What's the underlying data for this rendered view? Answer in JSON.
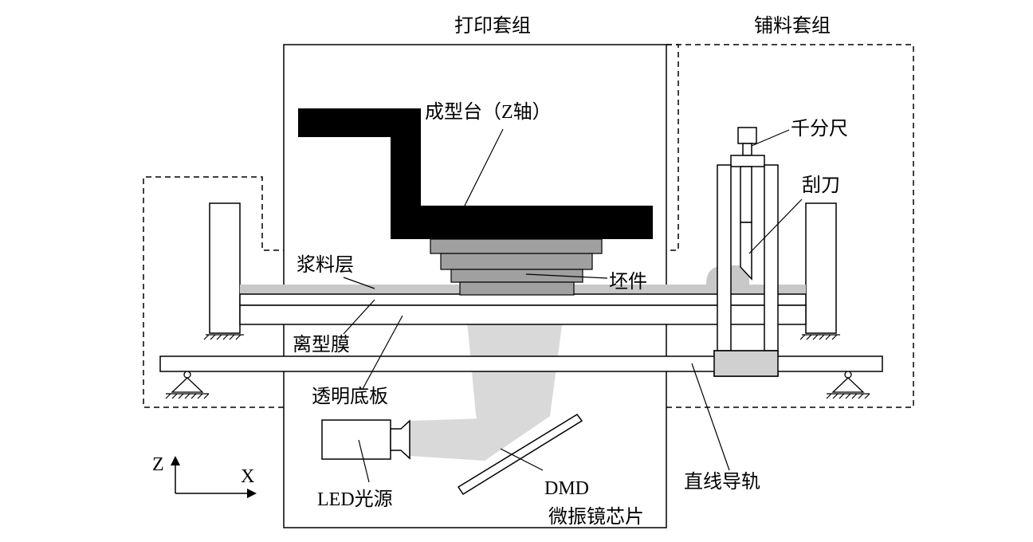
{
  "labels": {
    "print_assembly": "打印套组",
    "coating_assembly": "铺料套组",
    "platform": "成型台（Z轴）",
    "micrometer": "千分尺",
    "scraper": "刮刀",
    "slurry_layer": "浆料层",
    "green_part": "坯件",
    "release_film": "离型膜",
    "transparent_plate": "透明底板",
    "led_source": "LED光源",
    "dmd_line1": "DMD",
    "dmd_line2": "微振镜芯片",
    "linear_guide": "直线导轨",
    "axis_z": "Z",
    "axis_x": "X"
  },
  "colors": {
    "solid": "#000000",
    "light_beam": "#d9d9d9",
    "slurry": "#c8c8c8",
    "part_layers": "#a0a0a0",
    "carriage": "#d0d0d0"
  }
}
